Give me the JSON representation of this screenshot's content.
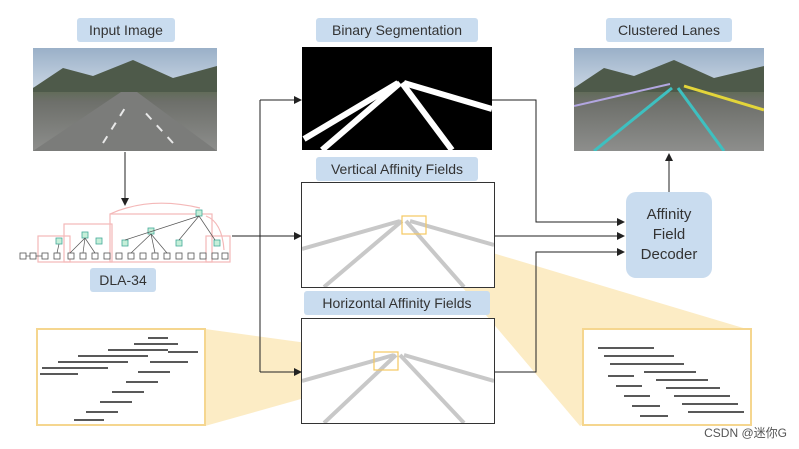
{
  "labels": {
    "input_image": "Input Image",
    "binary_segmentation": "Binary Segmentation",
    "clustered_lanes": "Clustered Lanes",
    "vertical_affinity": "Vertical Affinity Fields",
    "horizontal_affinity": "Horizontal Affinity Fields",
    "backbone": "DLA-34"
  },
  "decoder": {
    "line1": "Affinity",
    "line2": "Field",
    "line3": "Decoder"
  },
  "watermark": "CSDN @迷你G",
  "colors": {
    "label_bg": "#c9dcef",
    "zoom_highlight": "#f5d68f",
    "arrow": "#333333",
    "lane_white": "#ffffff",
    "affinity_gray": "#c8c8c8"
  },
  "icons": {
    "arrow_glyph": "right-arrow",
    "lane_color_1": "#3ec0c0",
    "lane_color_2": "#e3d53a"
  }
}
